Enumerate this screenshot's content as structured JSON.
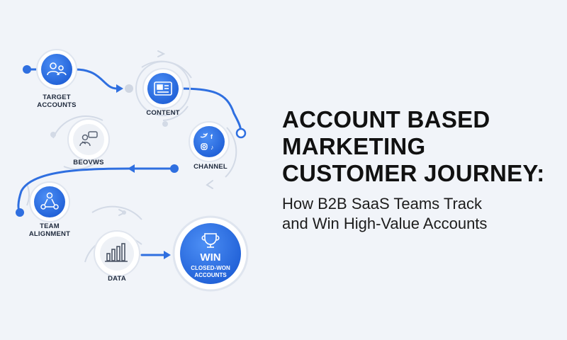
{
  "headline": {
    "line1": "ACCOUNT BASED",
    "line2": "MARKETING",
    "line3": "CUSTOMER JOURNEY:"
  },
  "subhead": {
    "line1": "How B2B SaaS Teams Track",
    "line2": "and Win High-Value Accounts"
  },
  "nodes": {
    "target_accounts": {
      "line1": "TARGET",
      "line2": "ACCOUNTS",
      "icon": "people-icon"
    },
    "content": {
      "label": "CONTENT",
      "icon": "newspaper-icon"
    },
    "channel": {
      "label": "CHANNEL",
      "icon": "social-icons"
    },
    "beovws": {
      "label": "BEOVWS",
      "icon": "users-chat-icon"
    },
    "team_alignment": {
      "line1": "TEAM",
      "line2": "ALIGNMENT",
      "icon": "team-network-icon"
    },
    "data": {
      "label": "DATA",
      "icon": "bar-chart-icon"
    },
    "win": {
      "title": "WIN",
      "line1": "CLOSED-WON",
      "line2": "ACCOUNTS",
      "icon": "trophy-icon"
    }
  },
  "colors": {
    "accent": "#2f6fe0",
    "accent_light": "#3d7ff0",
    "track": "#d3dae6",
    "text": "#111111"
  }
}
